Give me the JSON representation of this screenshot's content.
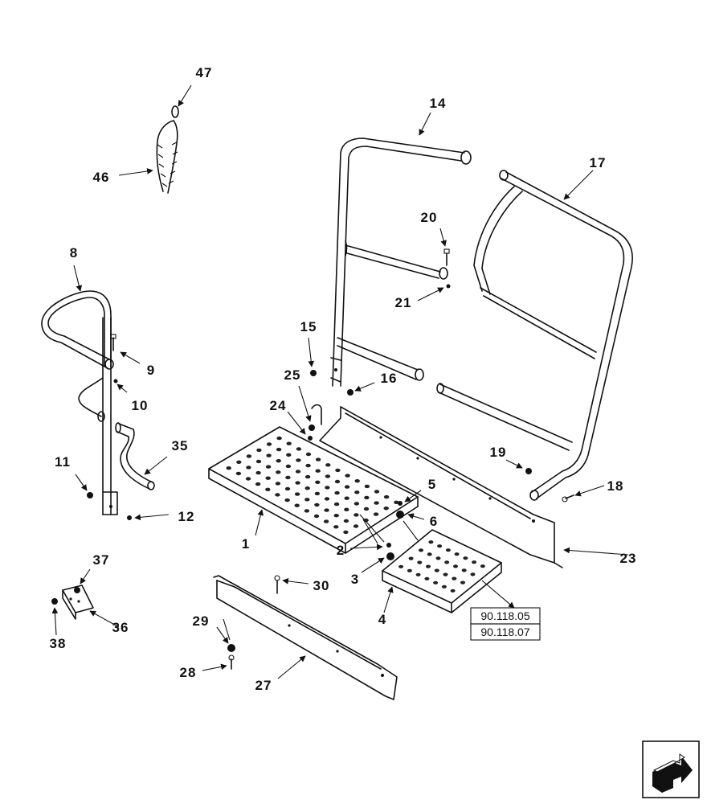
{
  "labels": {
    "l1": "1",
    "l2": "2",
    "l3": "3",
    "l4": "4",
    "l5": "5",
    "l6": "6",
    "l8": "8",
    "l9": "9",
    "l10": "10",
    "l11": "11",
    "l12": "12",
    "l14": "14",
    "l15": "15",
    "l16": "16",
    "l17": "17",
    "l18": "18",
    "l19": "19",
    "l20": "20",
    "l21": "21",
    "l23": "23",
    "l24": "24",
    "l25": "25",
    "l27": "27",
    "l28": "28",
    "l29": "29",
    "l30": "30",
    "l35": "35",
    "l36": "36",
    "l37": "37",
    "l38": "38",
    "l46": "46",
    "l47": "47"
  },
  "references": {
    "ref_a": "90.118.05",
    "ref_b": "90.118.07"
  },
  "icons": {
    "nav": "next-page-arrow-icon"
  }
}
